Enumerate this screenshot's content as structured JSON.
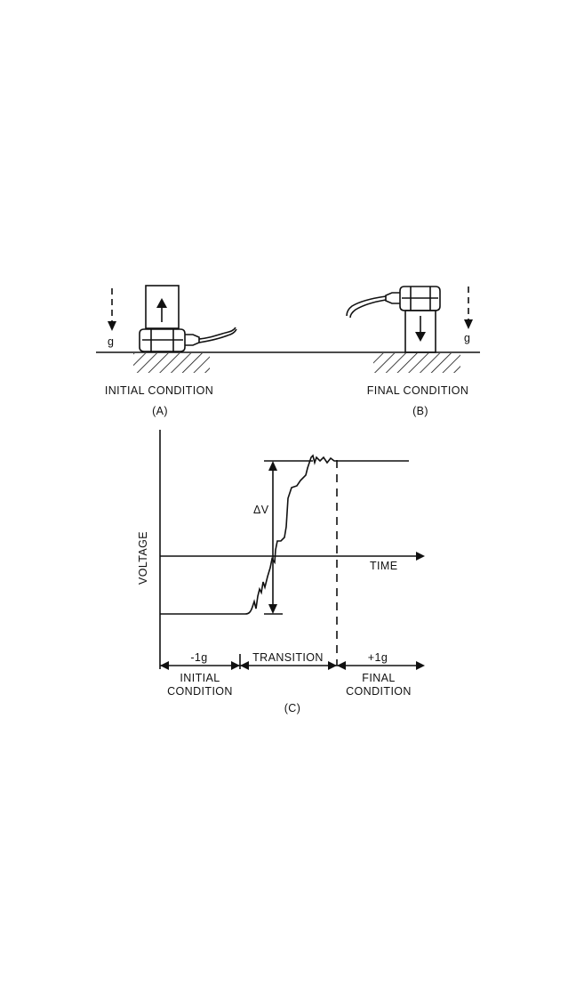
{
  "panel_a": {
    "caption": "INITIAL CONDITION",
    "letter": "(A)",
    "gravity_label": "g"
  },
  "panel_b": {
    "caption": "FINAL CONDITION",
    "letter": "(B)",
    "gravity_label": "g"
  },
  "panel_c": {
    "letter": "(C)",
    "y_axis_label": "VOLTAGE",
    "x_axis_label": "TIME",
    "delta_label": "ΔV",
    "segments": [
      {
        "level": "-1g",
        "caption_line1": "INITIAL",
        "caption_line2": "CONDITION"
      },
      {
        "level": "TRANSITION",
        "caption_line1": "",
        "caption_line2": ""
      },
      {
        "level": "+1g",
        "caption_line1": "FINAL",
        "caption_line2": "CONDITION"
      }
    ]
  },
  "colors": {
    "ink": "#111111",
    "background": "#ffffff"
  }
}
